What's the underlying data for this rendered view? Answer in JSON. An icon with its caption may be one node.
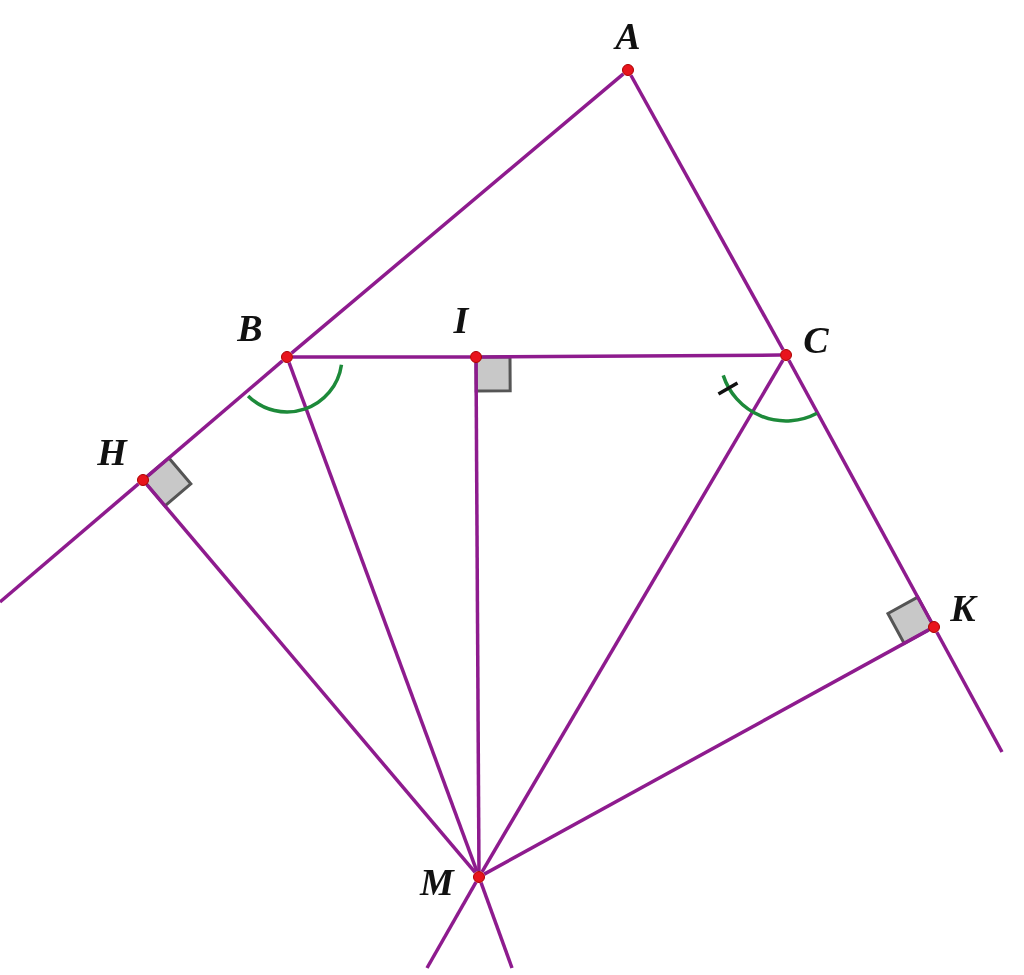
{
  "diagram": {
    "nodes": [
      {
        "text": [],
        "shape": "circle",
        "beside": [
          "A"
        ]
      },
      {
        "text": [],
        "shape": "circle",
        "beside": [
          "B"
        ]
      },
      {
        "text": [],
        "shape": "circle",
        "beside": [
          "I"
        ]
      },
      {
        "text": [],
        "shape": "circle",
        "beside": [
          "C"
        ]
      },
      {
        "text": [],
        "shape": "circle",
        "beside": [
          "H"
        ]
      },
      {
        "text": [],
        "shape": "circle",
        "beside": [
          "K"
        ]
      },
      {
        "text": [],
        "shape": "circle",
        "beside": [
          "M"
        ]
      }
    ],
    "edges": [
      {
        "from": 0,
        "to": 1,
        "arrow": "none"
      },
      {
        "from": 1,
        "to": 4,
        "arrow": "none"
      },
      {
        "from": 4,
        "to": null,
        "arrow": "none"
      },
      {
        "from": 0,
        "to": 3,
        "arrow": "none"
      },
      {
        "from": 3,
        "to": 5,
        "arrow": "none"
      },
      {
        "from": 5,
        "to": null,
        "arrow": "none"
      },
      {
        "from": 1,
        "to": 2,
        "arrow": "none"
      },
      {
        "from": 2,
        "to": 3,
        "arrow": "none"
      },
      {
        "from": 6,
        "to": 4,
        "arrow": "none"
      },
      {
        "from": 6,
        "to": 1,
        "arrow": "none"
      },
      {
        "from": 6,
        "to": 2,
        "arrow": "none"
      },
      {
        "from": 6,
        "to": 3,
        "arrow": "none"
      },
      {
        "from": 6,
        "to": 5,
        "arrow": "none"
      },
      {
        "from": 6,
        "to": null,
        "arrow": "none"
      },
      {
        "from": 6,
        "to": null,
        "arrow": "none"
      }
    ]
  }
}
